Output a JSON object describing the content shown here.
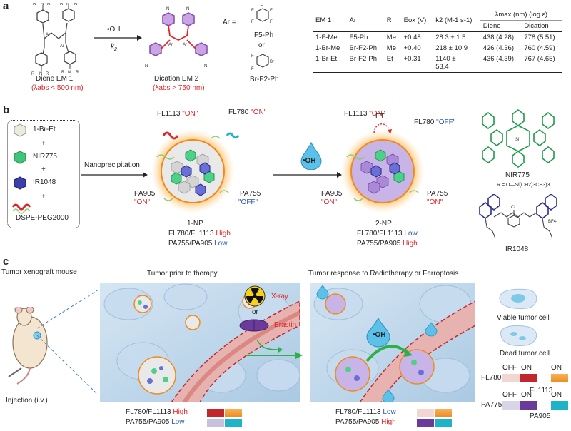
{
  "panels": {
    "a": "a",
    "b": "b",
    "c": "c"
  },
  "panel_a": {
    "oh_label": "•OH",
    "k2_label": "k",
    "k2_sub": "2",
    "diene_title": "Diene EM 1",
    "diene_abs": "(λabs < 500 nm)",
    "dication_title": "Dication EM 2",
    "dication_abs": "(λabs > 750 nm)",
    "ar_eq": "Ar =",
    "ar1": "F5-Ph",
    "ar_or": "or",
    "ar2": "Br-F2-Ph",
    "table": {
      "headers": [
        "EM 1",
        "Ar",
        "R",
        "Eox (V)",
        "k2 (M-1 s-1)",
        "λmax (nm) (log ε)"
      ],
      "subheaders": [
        "Diene",
        "Dication"
      ],
      "rows": [
        [
          "1-F-Me",
          "F5-Ph",
          "Me",
          "+0.48",
          "28.3 ± 1.5",
          "438 (4.28)",
          "778 (5.51)"
        ],
        [
          "1-Br-Me",
          "Br-F2-Ph",
          "Me",
          "+0.40",
          "218 ± 10.9",
          "426 (4.36)",
          "760 (4.59)"
        ],
        [
          "1-Br-Et",
          "Br-F2-Ph",
          "Et",
          "+0.31",
          "1140 ±",
          "436 (4.39)",
          "767 (4.65)"
        ],
        [
          "",
          "",
          "",
          "",
          "53.4",
          "",
          ""
        ]
      ]
    }
  },
  "panel_b": {
    "legend": [
      "1-Br-Et",
      "+",
      "NIR775",
      "+",
      "IR1048",
      "+",
      "DSPE-PEG2000"
    ],
    "nanoprecipitation": "Nanoprecipitation",
    "np1": {
      "fl1113": "FL1113",
      "fl1113_state": "\"ON\"",
      "fl780": "FL780",
      "fl780_state": "\"ON\"",
      "pa905": "PA905",
      "pa905_state": "\"ON\"",
      "pa755": "PA755",
      "pa755_state": "\"OFF\"",
      "name": "1-NP",
      "ratio1": "FL780/FL1113",
      "ratio1_val": "High",
      "ratio2": "PA755/PA905",
      "ratio2_val": "Low"
    },
    "oh": "•OH",
    "np2": {
      "fl1113": "FL1113",
      "fl1113_state": "\"ON\"",
      "et": "ET",
      "fl780": "FL780",
      "fl780_state": "\"OFF\"",
      "pa905": "PA905",
      "pa905_state": "\"ON\"",
      "pa755": "PA755",
      "pa755_state": "\"ON\"",
      "name": "2-NP",
      "ratio1": "FL780/FL1113",
      "ratio1_val": "Low",
      "ratio2": "PA755/PA905",
      "ratio2_val": "High"
    },
    "nir775": "NIR775",
    "r_formula": "R = O—Si(CH2)3CH3)3",
    "ir1048": "IR1048",
    "bf4": "BF4-",
    "cl": "Cl"
  },
  "panel_c": {
    "mouse_title": "Tumor xenograft mouse",
    "injection": "Injection (i.v.)",
    "prior_title": "Tumor prior to therapy",
    "response_title": "Tumor response to Radiotherapy or Ferroptosis",
    "xray": "X-ray",
    "or": "or",
    "erastin": "Erastin",
    "oh": "•OH",
    "left_ratio1": "FL780/FL1113",
    "left_ratio1_val": "High",
    "left_ratio2": "PA755/PA905",
    "left_ratio2_val": "Low",
    "right_ratio1": "FL780/FL1113",
    "right_ratio1_val": "Low",
    "right_ratio2": "PA755/PA905",
    "right_ratio2_val": "High",
    "viable": "Viable tumor cell",
    "dead": "Dead tumor cell",
    "key": {
      "fl780": "FL780",
      "pa775": "PA775",
      "fl1113": "FL1113",
      "pa905": "PA905",
      "off": "OFF",
      "on": "ON"
    }
  },
  "colors": {
    "red": "#e0262b",
    "blue": "#2a55b5",
    "green": "#1e9a4a",
    "purple": "#7a3fa8",
    "orange": "#f08a1c",
    "cyan": "#1fb3c8",
    "bar_red": "#c0282d"
  }
}
